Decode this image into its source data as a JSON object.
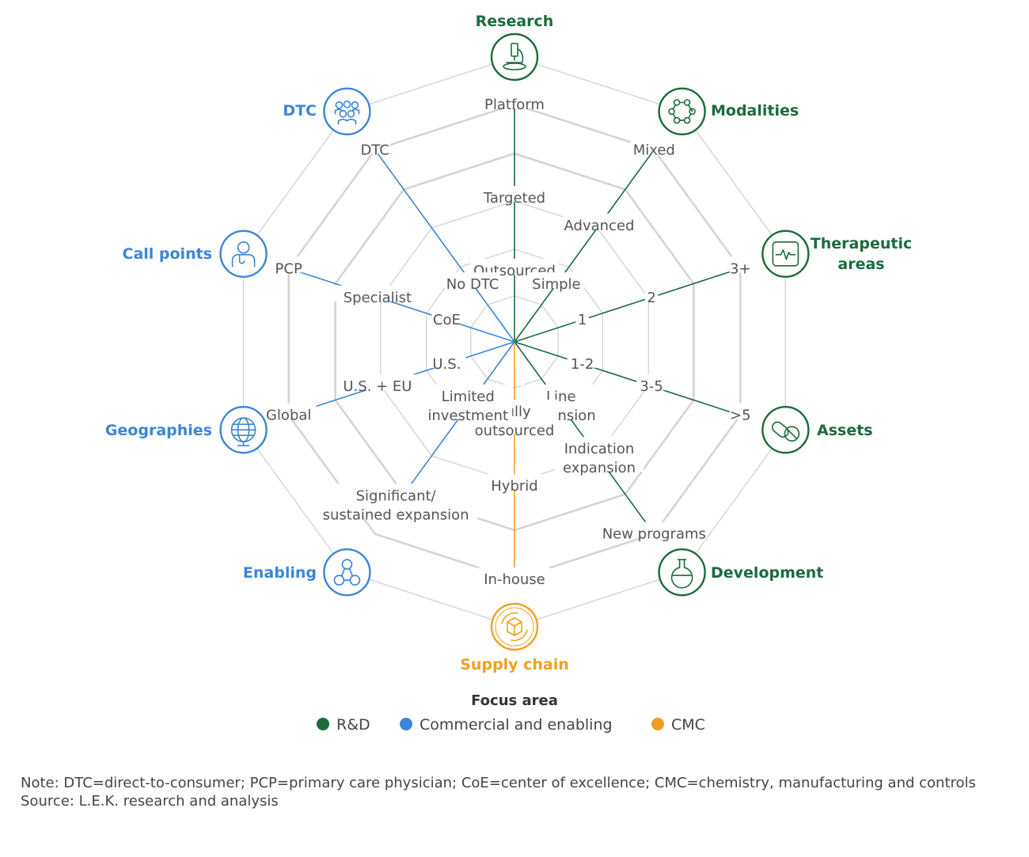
{
  "colors": {
    "rd": "#1a6b3c",
    "commercial": "#3a86d8",
    "cmc": "#f0a01e",
    "grid": "#d4d4d4"
  },
  "axes": [
    {
      "key": "research",
      "title": [
        "Research"
      ],
      "color": "rd",
      "icon": "microscope-icon",
      "levels": [
        [
          "Outsourced"
        ],
        [
          "Targeted"
        ],
        [
          "Platform"
        ]
      ]
    },
    {
      "key": "modalities",
      "title": [
        "Modalities"
      ],
      "color": "rd",
      "icon": "molecule-icon",
      "levels": [
        [
          "Simple"
        ],
        [
          "Advanced"
        ],
        [
          "Mixed"
        ]
      ]
    },
    {
      "key": "therapeutic",
      "title": [
        "Therapeutic",
        "areas"
      ],
      "color": "rd",
      "icon": "heart-monitor-icon",
      "levels": [
        [
          "1"
        ],
        [
          "2"
        ],
        [
          "3+"
        ]
      ]
    },
    {
      "key": "assets",
      "title": [
        "Assets"
      ],
      "color": "rd",
      "icon": "pills-icon",
      "levels": [
        [
          "1-2"
        ],
        [
          "3-5"
        ],
        [
          ">5"
        ]
      ]
    },
    {
      "key": "development",
      "title": [
        "Development"
      ],
      "color": "rd",
      "icon": "flask-icon",
      "levels": [
        [
          "Line",
          "extension"
        ],
        [
          "Indication",
          "expansion"
        ],
        [
          "New programs"
        ]
      ]
    },
    {
      "key": "supply",
      "title": [
        "Supply chain"
      ],
      "color": "cmc",
      "icon": "box-cycle-icon",
      "levels": [
        [
          "Fully",
          "outsourced"
        ],
        [
          "Hybrid"
        ],
        [
          "In-house"
        ]
      ]
    },
    {
      "key": "enabling",
      "title": [
        "Enabling"
      ],
      "color": "commercial",
      "icon": "network-people-icon",
      "levels": [
        [
          "Limited",
          "investment"
        ],
        [
          "Significant/",
          "sustained expansion"
        ]
      ]
    },
    {
      "key": "geographies",
      "title": [
        "Geographies"
      ],
      "color": "commercial",
      "icon": "globe-icon",
      "levels": [
        [
          "U.S."
        ],
        [
          "U.S. + EU"
        ],
        [
          "Global"
        ]
      ]
    },
    {
      "key": "callpoints",
      "title": [
        "Call points"
      ],
      "color": "commercial",
      "icon": "doctor-icon",
      "levels": [
        [
          "CoE"
        ],
        [
          "Specialist"
        ],
        [
          "PCP"
        ]
      ]
    },
    {
      "key": "dtc",
      "title": [
        "DTC"
      ],
      "color": "commercial",
      "icon": "people-group-icon",
      "levels": [
        [
          "No DTC"
        ],
        [
          "DTC"
        ]
      ]
    }
  ],
  "legend": {
    "title": "Focus area",
    "items": [
      {
        "label": "R&D",
        "color": "rd"
      },
      {
        "label": "Commercial and enabling",
        "color": "commercial"
      },
      {
        "label": "CMC",
        "color": "cmc"
      }
    ]
  },
  "note": {
    "line1": "Note: DTC=direct-to-consumer; PCP=primary care physician; CoE=center of excellence; CMC=chemistry, manufacturing and controls",
    "line2": "Source: L.E.K. research and analysis"
  }
}
